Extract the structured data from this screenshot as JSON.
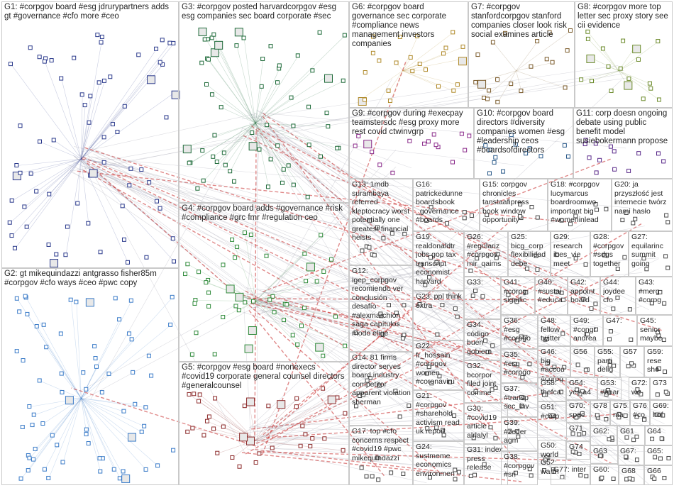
{
  "groups": [
    {
      "id": "G1",
      "label": "G1: #corpgov board #esg jdrurypartners adds gt #governance #cfo more #ceo",
      "color": "#2b3a8c"
    },
    {
      "id": "G2",
      "label": "G2: gt mikequindazzi antgrasso fisher85m #corpgov #cfo ways #ceo #pwc copy",
      "color": "#3a7bc8"
    },
    {
      "id": "G3",
      "label": "G3: #corpgov posted harvardcorpgov #esg esg companies sec board corporate #sec",
      "color": "#1f6b3a"
    },
    {
      "id": "G4",
      "label": "G4: #corpgov board adds #governance #risk #compliance #grc fmr #regulation ceo",
      "color": "#2f8a3a"
    },
    {
      "id": "G5",
      "label": "G5: #corpgov #esg board #nonexecs #covid19 corporate general counsel directors #generalcounsel",
      "color": "#8c2a2a"
    },
    {
      "id": "G6",
      "label": "G6: #corpgov board governance sec corporate #compliance news management investors companies",
      "color": "#b08a2a"
    },
    {
      "id": "G7",
      "label": "G7: #corpgov stanfordcorpgov stanford companies closer look risk social examines article",
      "color": "#7a5a2a"
    },
    {
      "id": "G8",
      "label": "G8: #corpgov more top letter sec proxy story see cii evidence",
      "color": "#6b8a2a"
    },
    {
      "id": "G9",
      "label": "G9: #corpgov during #execpay teamstersdc #esg proxy more rest covid ctwinvgrp",
      "color": "#8a2a8a"
    },
    {
      "id": "G10",
      "label": "G10: #corpgov board directors #diversity companies women #esg #leadership ceos #boardsofdirectors",
      "color": "#2a5a8a"
    },
    {
      "id": "G11",
      "label": "G11: corp doesn ongoing debate using public benefit model susiebokermann propose",
      "color": "#5a2a8a"
    },
    {
      "id": "G12",
      "label": "G12: igep_corpgov recomiendo ver conclusión desafío #alexmarchion saga capítulos modo elige",
      "color": "#4a4a4a"
    },
    {
      "id": "G13",
      "label": "G13: 1mdb surambaya referred kleptocracy worst potentially one greatest financial heists",
      "color": "#4a4a4a"
    },
    {
      "id": "G14",
      "label": "G14: 81 firms director serves board industry competitor apparent violation sherman",
      "color": "#4a4a4a"
    },
    {
      "id": "G15",
      "label": "G15: corpgov chronicles tanstaafipress book window opportunity",
      "color": "#4a4a4a"
    },
    {
      "id": "G16",
      "label": "G16: patrickedunne boardsbook _governance #boards",
      "color": "#4a4a4a"
    },
    {
      "id": "G17",
      "label": "G17: top #cfo concerns respect #covid19 #pwc mikequindazzi",
      "color": "#4a4a4a"
    },
    {
      "id": "G18",
      "label": "G18: #corpgov lucymarcus boardroomwo important big #womeninlead",
      "color": "#4a4a4a"
    },
    {
      "id": "G19",
      "label": "G19: realdonaldtr jobs gop tax transcript economist harvard",
      "color": "#4a4a4a"
    },
    {
      "id": "G20",
      "label": "G20: ja przyszłość jest internecie twórz nami hasło",
      "color": "#4a4a4a"
    },
    {
      "id": "G21",
      "label": "G21: #corpgov #sharehold activism read uk report",
      "color": "#4a4a4a"
    },
    {
      "id": "G22",
      "label": "G22: fr_hossain #corpgov women #coronaviru",
      "color": "#4a4a4a"
    },
    {
      "id": "G23",
      "label": "G23: ppl think extra",
      "color": "#4a4a4a"
    },
    {
      "id": "G24",
      "label": "G24: sustmeme economics environmen",
      "color": "#4a4a4a"
    },
    {
      "id": "G25",
      "label": "G25: bicg_corp flexibilidad debe",
      "color": "#4a4a4a"
    },
    {
      "id": "G26",
      "label": "G26: #regulariz #corpgov mir_qaims",
      "color": "#4a4a4a"
    },
    {
      "id": "G27",
      "label": "G27: equilarinc summit going",
      "color": "#4a4a4a"
    },
    {
      "id": "G28",
      "label": "G28: #corpgov #sdgs together",
      "color": "#4a4a4a"
    },
    {
      "id": "G29",
      "label": "G29: research ibes_vie meet",
      "color": "#4a4a4a"
    },
    {
      "id": "G30",
      "label": "G30: #covid19 article alrlalyl",
      "color": "#4a4a4a"
    },
    {
      "id": "G31",
      "label": "G31: index press release",
      "color": "#4a4a4a"
    },
    {
      "id": "G32",
      "label": "G32: bcorpor filed joint comme",
      "color": "#4a4a4a"
    },
    {
      "id": "G33",
      "label": "G33:",
      "color": "#4a4a4a"
    },
    {
      "id": "G34",
      "label": "G34: código buen gobiern",
      "color": "#4a4a4a"
    },
    {
      "id": "G35",
      "label": "G35: #esg #corpgo",
      "color": "#4a4a4a"
    },
    {
      "id": "G36",
      "label": "G36: #esg #corpgo",
      "color": "#4a4a4a"
    },
    {
      "id": "G37",
      "label": "G37: #transp sec_inv",
      "color": "#4a4a4a"
    },
    {
      "id": "G38",
      "label": "G38: #corpgov #sri",
      "color": "#4a4a4a"
    },
    {
      "id": "G39",
      "label": "G39: #zeder agm",
      "color": "#4a4a4a"
    },
    {
      "id": "G40",
      "label": "G40: #sustai #educa",
      "color": "#4a4a4a"
    },
    {
      "id": "G41",
      "label": "G41: #corpg signific",
      "color": "#4a4a4a"
    },
    {
      "id": "G42",
      "label": "G42: appoint board",
      "color": "#4a4a4a"
    },
    {
      "id": "G43",
      "label": "G43: #merg #corpg",
      "color": "#4a4a4a"
    },
    {
      "id": "G44",
      "label": "G44: joydee cfo",
      "color": "#4a4a4a"
    },
    {
      "id": "G45",
      "label": "G45: senior maybe",
      "color": "#4a4a4a"
    },
    {
      "id": "G46",
      "label": "G46: big #accou #corpg",
      "color": "#4a4a4a"
    },
    {
      "id": "G47",
      "label": "G47:",
      "color": "#4a4a4a"
    },
    {
      "id": "G48",
      "label": "G48: fellow twitter",
      "color": "#4a4a4a"
    },
    {
      "id": "G49",
      "label": "G49: #congr andrea",
      "color": "#4a4a4a"
    },
    {
      "id": "G50",
      "label": "G50: world",
      "color": "#4a4a4a"
    },
    {
      "id": "G51",
      "label": "G51: #corp",
      "color": "#4a4a4a"
    },
    {
      "id": "G52",
      "label": "G52: warm",
      "color": "#4a4a4a"
    },
    {
      "id": "G53",
      "label": "G53: #boar",
      "color": "#4a4a4a"
    },
    {
      "id": "G54",
      "label": "G54: yes a4",
      "color": "#4a4a4a"
    },
    {
      "id": "G55",
      "label": "G55: parti delig",
      "color": "#4a4a4a"
    },
    {
      "id": "G56",
      "label": "G56",
      "color": "#4a4a4a"
    },
    {
      "id": "G57",
      "label": "G57",
      "color": "#4a4a4a"
    },
    {
      "id": "G58",
      "label": "G58: thefca",
      "color": "#4a4a4a"
    },
    {
      "id": "G59",
      "label": "G59: rese sho",
      "color": "#4a4a4a"
    },
    {
      "id": "G60",
      "label": "G60:",
      "color": "#4a4a4a"
    },
    {
      "id": "G61",
      "label": "G61",
      "color": "#4a4a4a"
    },
    {
      "id": "G62",
      "label": "G62:",
      "color": "#4a4a4a"
    },
    {
      "id": "G63",
      "label": "G63",
      "color": "#4a4a4a"
    },
    {
      "id": "G64",
      "label": "G64",
      "color": "#4a4a4a"
    },
    {
      "id": "G65",
      "label": "G65:",
      "color": "#4a4a4a"
    },
    {
      "id": "G66",
      "label": "G66",
      "color": "#4a4a4a"
    },
    {
      "id": "G67",
      "label": "G67:",
      "color": "#4a4a4a"
    },
    {
      "id": "G68",
      "label": "G68",
      "color": "#4a4a4a"
    },
    {
      "id": "G69",
      "label": "G69: hof",
      "color": "#4a4a4a"
    },
    {
      "id": "G70",
      "label": "G70: spac",
      "color": "#4a4a4a"
    },
    {
      "id": "G71",
      "label": "G71",
      "color": "#4a4a4a"
    },
    {
      "id": "G72",
      "label": "G72: we",
      "color": "#4a4a4a"
    },
    {
      "id": "G73",
      "label": "G73",
      "color": "#4a4a4a"
    },
    {
      "id": "G74",
      "label": "G74",
      "color": "#4a4a4a"
    },
    {
      "id": "G75",
      "label": "G75: ma",
      "color": "#4a4a4a"
    },
    {
      "id": "G76",
      "label": "G76: #co",
      "color": "#4a4a4a"
    },
    {
      "id": "G77",
      "label": "G77: inter",
      "color": "#4a4a4a"
    },
    {
      "id": "G78",
      "label": "G78",
      "color": "#4a4a4a"
    }
  ]
}
